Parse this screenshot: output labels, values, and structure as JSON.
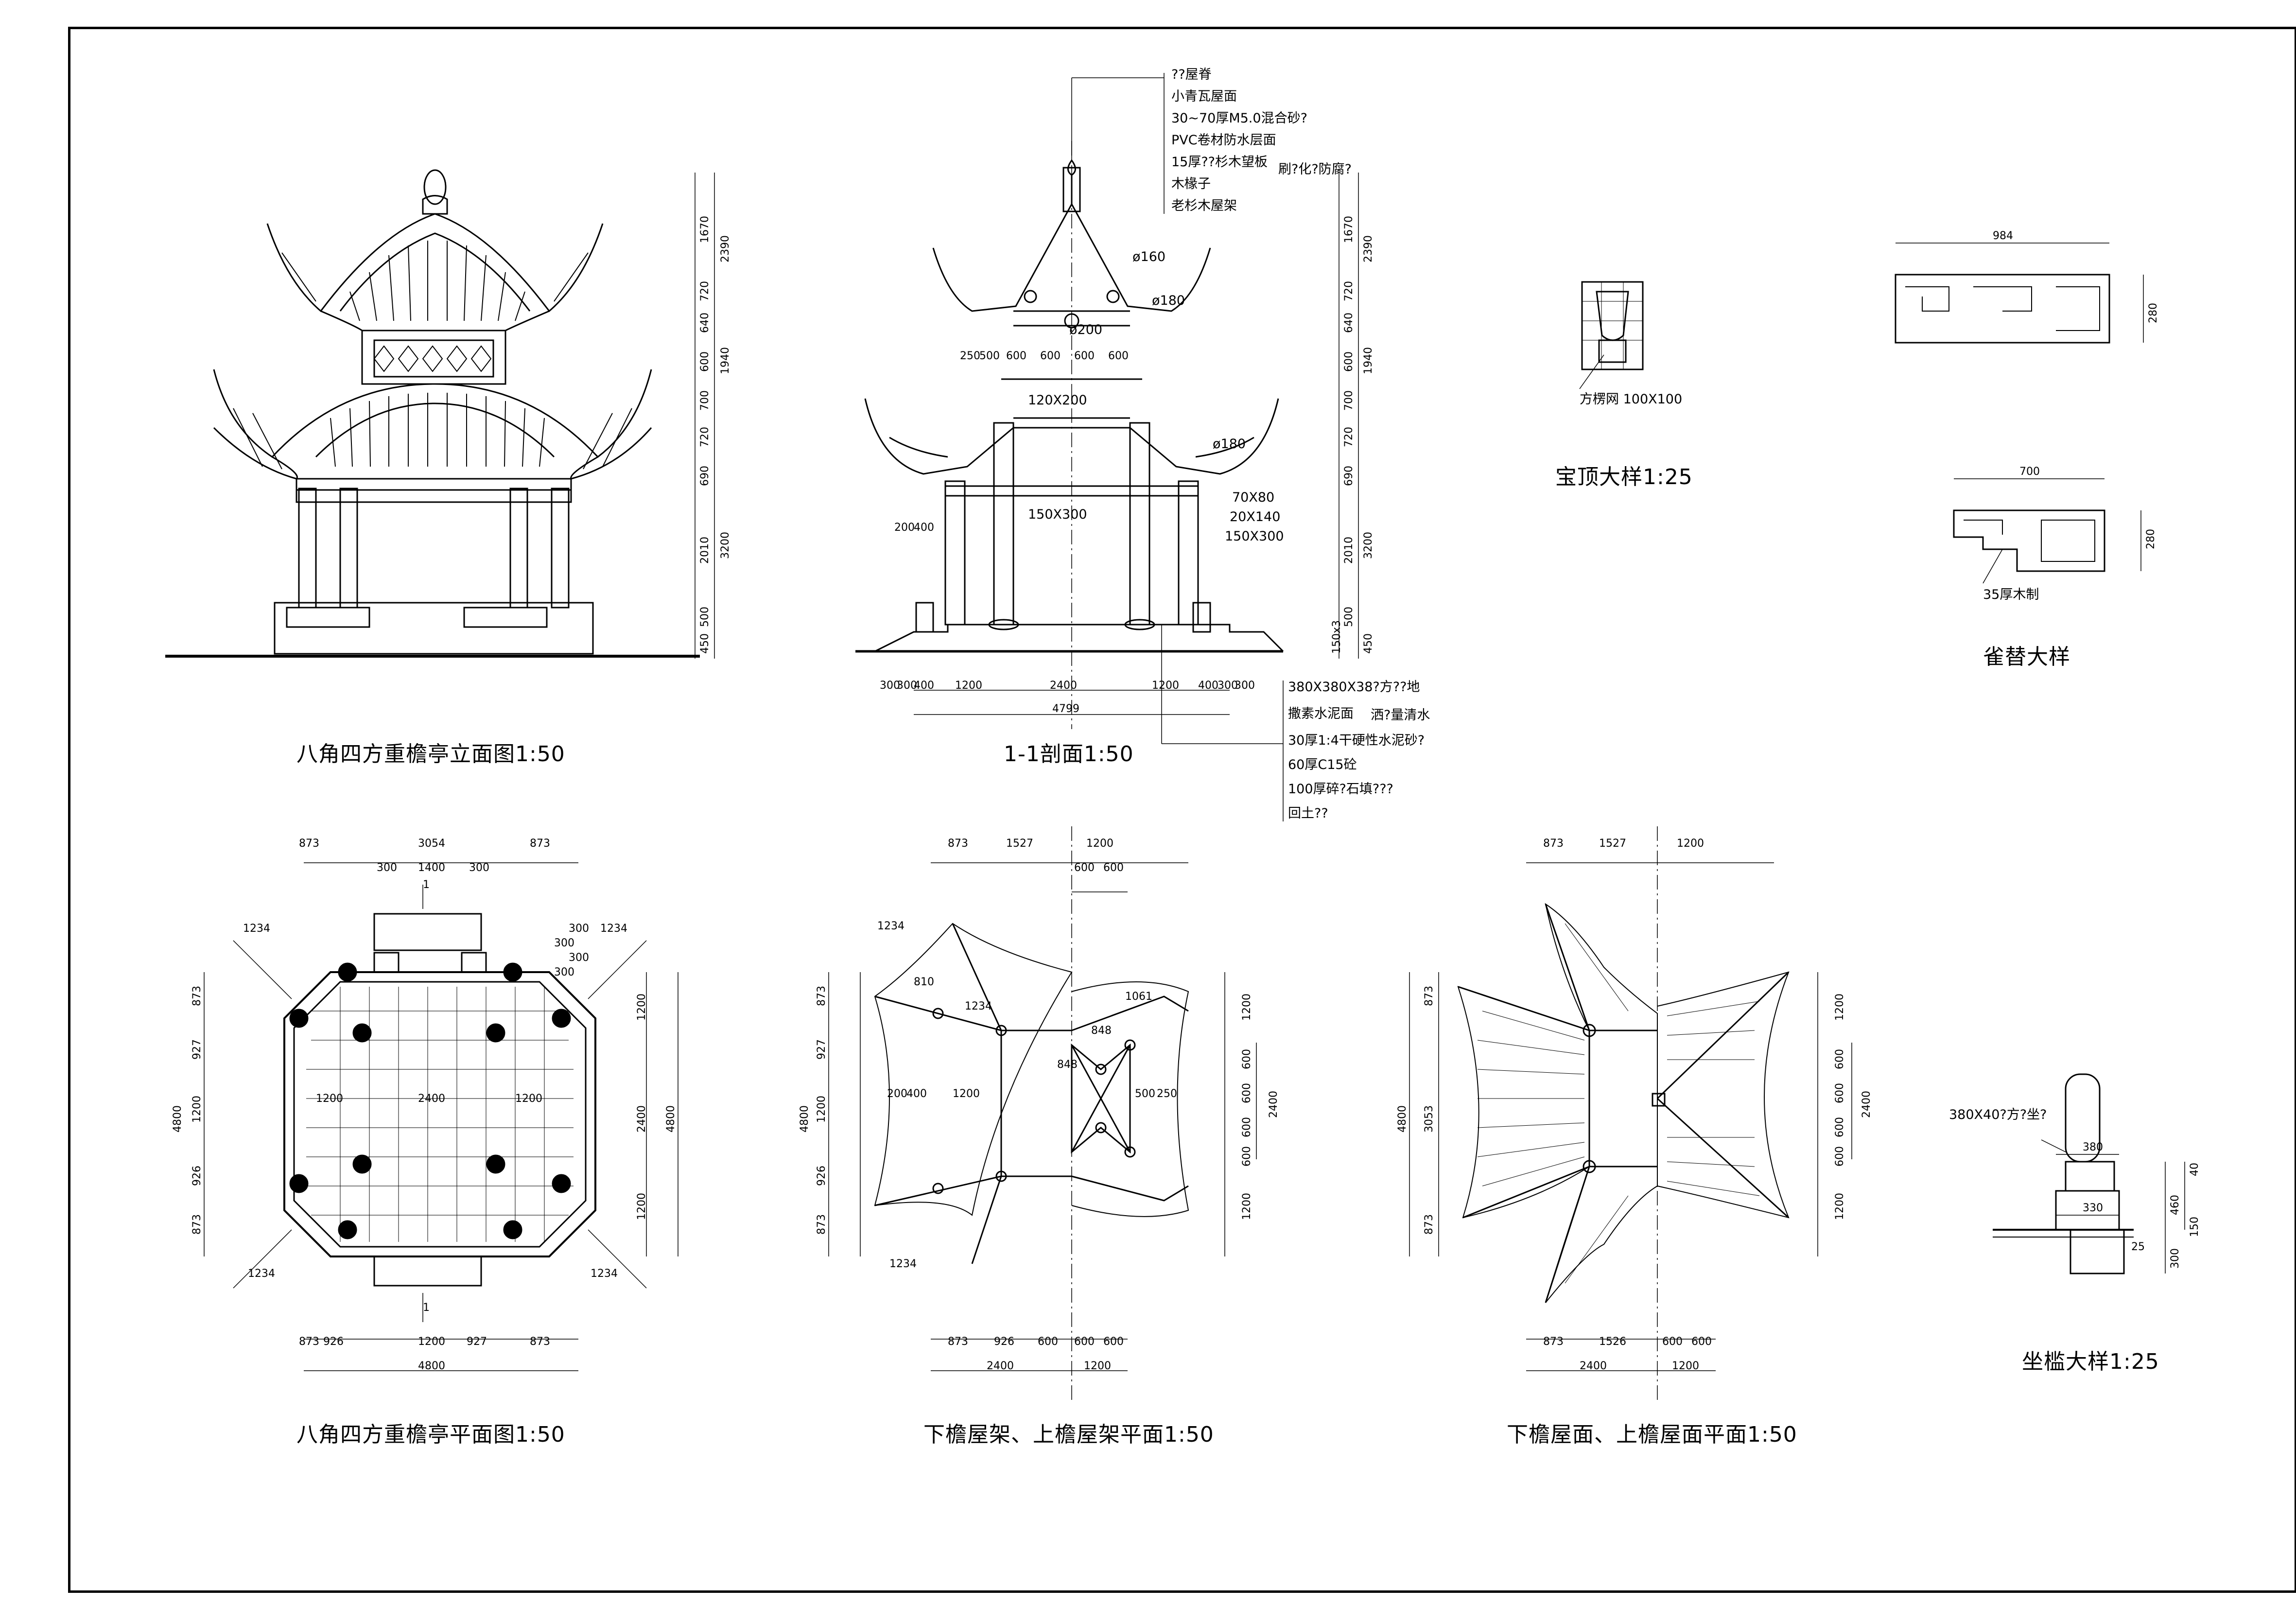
{
  "titles": {
    "elevation": "八角四方重檐亭立面图1:50",
    "section": "1-1剖面1:50",
    "plan": "八角四方重檐亭平面图1:50",
    "frame_plan": "下檐屋架、上檐屋架平面1:50",
    "roof_plan": "下檐屋面、上檐屋面平面1:50",
    "finial_detail": "宝顶大样1:25",
    "bracket_detail": "雀替大样",
    "bench_detail": "坐槛大样1:25"
  },
  "roof_layers": [
    "??屋脊",
    "小青瓦屋面",
    "30~70厚M5.0混合砂?",
    "PVC卷材防水层面",
    "15厚??杉木望板",
    "木椽子",
    "老杉木屋架"
  ],
  "roof_layer_side_note": "刷?化?防腐?",
  "floor_layers": [
    "380X380X38?方??地",
    "撒素水泥面",
    "30厚1:4干硬性水泥砂?",
    "60厚C15砼",
    "100厚碎?石填???",
    "回土??"
  ],
  "floor_layer_side_note": "洒?量清水",
  "section_labels": [
    "ø160",
    "ø180",
    "ø200",
    "120X200",
    "ø180",
    "70X80",
    "20X140",
    "150X300",
    "150X300"
  ],
  "finial_label": "方楞网 100X100",
  "bracket_label": "35厚木制",
  "bench_label": "380X40?方?坐?",
  "elev_dims_outer": [
    "2390",
    "1940",
    "3200"
  ],
  "elev_dims_inner": [
    "1670",
    "720",
    "640",
    "600",
    "700",
    "720",
    "690",
    "2010",
    "500",
    "450"
  ],
  "section_dims_inner": [
    "1670",
    "720",
    "640",
    "600",
    "700",
    "720",
    "690",
    "2010",
    "500",
    "150x3",
    "450"
  ],
  "section_top_dims": [
    "250",
    "500",
    "600",
    "600",
    "600",
    "600"
  ],
  "section_bottom_dims": [
    "300",
    "300",
    "400",
    "1200",
    "2400",
    "1200",
    "400",
    "300",
    "300"
  ],
  "section_total": "4799",
  "section_left_dims": [
    "200",
    "400"
  ],
  "plan_top_dims": [
    "873",
    "3054",
    "873"
  ],
  "plan_top_sub": [
    "300",
    "1400",
    "300"
  ],
  "plan_bottom_dims": [
    "873",
    "926",
    "1200",
    "927",
    "873"
  ],
  "plan_total": "4800",
  "plan_left_dims": [
    "873",
    "927",
    "1200",
    "926",
    "873"
  ],
  "plan_right_dims": [
    "1200",
    "2400",
    "1200"
  ],
  "plan_inner_dims": [
    "1200",
    "2400",
    "1200"
  ],
  "plan_diag": [
    "1234",
    "1234",
    "1234",
    "1234"
  ],
  "plan_small": [
    "300",
    "300",
    "300",
    "300"
  ],
  "frame_top_dims": [
    "873",
    "1527",
    "1200"
  ],
  "frame_top_sub": [
    "600",
    "600"
  ],
  "frame_bottom_dims": [
    "873",
    "926",
    "600",
    "600",
    "600"
  ],
  "frame_bottom_total": [
    "2400",
    "1200"
  ],
  "frame_left_dims": [
    "873",
    "927",
    "1200",
    "926",
    "873"
  ],
  "frame_right_dims": [
    "1200",
    "600",
    "600",
    "600",
    "600",
    "1200"
  ],
  "frame_right_total": "2400",
  "frame_inner": [
    "200",
    "400",
    "1200",
    "500",
    "250",
    "848",
    "848",
    "1061",
    "1234",
    "810",
    "1234",
    "1234"
  ],
  "roof_top_dims": [
    "873",
    "1527",
    "1200"
  ],
  "roof_bottom_dims": [
    "873",
    "1526",
    "600",
    "600"
  ],
  "roof_bottom_total": [
    "2400",
    "1200"
  ],
  "roof_left_dims": [
    "873",
    "3053",
    "873"
  ],
  "roof_left_total": "4800",
  "roof_right_dims": [
    "1200",
    "600",
    "600",
    "600",
    "600",
    "1200"
  ],
  "roof_right_total": "2400",
  "bracket_dims_top": [
    "984",
    "280"
  ],
  "bracket_dims_bottom": [
    "700",
    "280"
  ],
  "bench_dims": [
    "380",
    "330",
    "460",
    "40",
    "300",
    "150",
    "25"
  ],
  "cut_mark": "1",
  "colors": {
    "ink": "#000000",
    "paper": "#ffffff"
  }
}
